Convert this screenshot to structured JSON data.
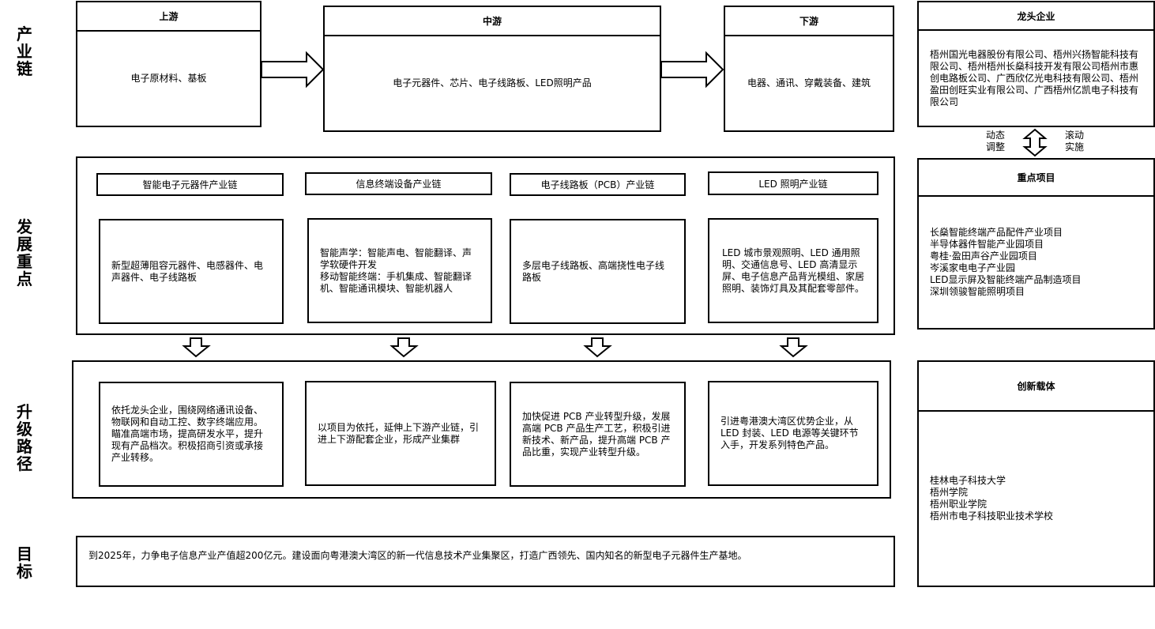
{
  "side_labels": {
    "chain": "产业链",
    "focus": "发展重点",
    "path": "升级路径",
    "goal": "目标"
  },
  "chain": {
    "upstream": {
      "title": "上游",
      "content": "电子原材料、基板"
    },
    "midstream": {
      "title": "中游",
      "content": "电子元器件、芯片、电子线路板、LED照明产品"
    },
    "downstream": {
      "title": "下游",
      "content": "电器、通讯、穿戴装备、建筑"
    }
  },
  "leading_companies": {
    "title": "龙头企业",
    "content": "梧州国光电器股份有限公司、梧州兴扬智能科技有限公司、梧州梧州长燊科技开发有限公司梧州市惠创电路板公司、广西欣亿光电科技有限公司、梧州盈田创旺实业有限公司、广西梧州亿凯电子科技有限公司"
  },
  "link_labels": {
    "left": "动态\n调整",
    "right": "滚动\n实施"
  },
  "key_projects": {
    "title": "重点项目",
    "items": [
      "长燊智能终端产品配件产业项目",
      "半导体器件智能产业园项目",
      "粤桂·盈田声谷产业园项目",
      "岑溪家电电子产业园",
      "LED显示屏及智能终端产品制造项目",
      "深圳领骏智能照明项目"
    ]
  },
  "focus": {
    "chains": [
      {
        "title": "智能电子元器件产业链",
        "content": "新型超薄阻容元器件、电感器件、电声器件、电子线路板"
      },
      {
        "title": "信息终端设备产业链",
        "content": "智能声学：智能声电、智能翻译、声学软硬件开发\n移动智能终端：手机集成、智能翻译机、智能通讯模块、智能机器人"
      },
      {
        "title": "电子线路板（PCB）产业链",
        "content": "多层电子线路板、高端挠性电子线路板"
      },
      {
        "title": "LED 照明产业链",
        "content": " LED 城市景观照明、LED 通用照明、交通信息号、LED 高清显示屏、电子信息产品背光模组、家居照明、装饰灯具及其配套零部件。"
      }
    ]
  },
  "paths": [
    "依托龙头企业，围绕网络通讯设备、物联网和自动工控、数字终端应用。瞄准高端市场，提高研发水平，提升现有产品档次。积极招商引资或承接产业转移。",
    "以项目为依托，延伸上下游产业链，引进上下游配套企业，形成产业集群",
    "加快促进 PCB 产业转型升级，发展高端 PCB 产品生产工艺，积极引进新技术、新产品，提升高端 PCB 产品比重，实现产业转型升级。",
    "引进粤港澳大湾区优势企业，从 LED 封装、LED 电源等关键环节入手，开发系列特色产品。"
  ],
  "innovation": {
    "title": "创新载体",
    "items": [
      "桂林电子科技大学",
      "梧州学院",
      "梧州职业学院",
      "梧州市电子科技职业技术学校"
    ]
  },
  "goal": "到2025年，力争电子信息产业产值超200亿元。建设面向粤港澳大湾区的新一代信息技术产业集聚区，打造广西领先、国内知名的新型电子元器件生产基地。"
}
